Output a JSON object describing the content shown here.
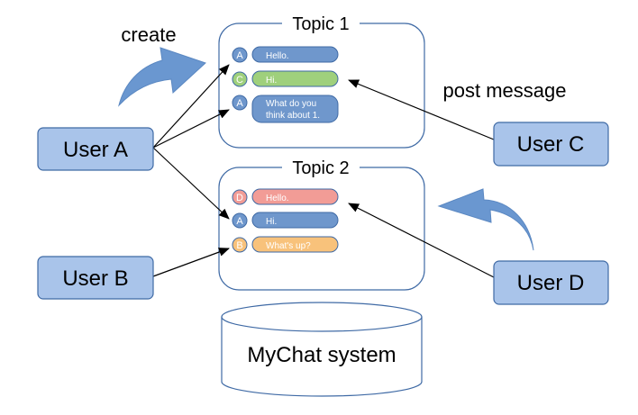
{
  "labels": {
    "create": "create",
    "post_message": "post message"
  },
  "users": {
    "a": "User A",
    "b": "User B",
    "c": "User C",
    "d": "User D"
  },
  "topics": [
    {
      "title": "Topic 1",
      "messages": [
        {
          "avatar": "A",
          "text_lines": [
            "Hello."
          ],
          "color": "#6f97cc"
        },
        {
          "avatar": "C",
          "text_lines": [
            "Hi."
          ],
          "color": "#9fd07c"
        },
        {
          "avatar": "A",
          "text_lines": [
            "What do you",
            "think about 1."
          ],
          "color": "#6f97cc"
        }
      ]
    },
    {
      "title": "Topic 2",
      "messages": [
        {
          "avatar": "D",
          "text_lines": [
            "Hello."
          ],
          "color": "#f29c96"
        },
        {
          "avatar": "A",
          "text_lines": [
            "Hi."
          ],
          "color": "#6f97cc"
        },
        {
          "avatar": "B",
          "text_lines": [
            "What's up?"
          ],
          "color": "#f8c27b"
        }
      ]
    }
  ],
  "system": {
    "label": "MyChat system"
  },
  "colors": {
    "user_box_fill": "#a9c4ea",
    "user_box_stroke": "#3f6aa5",
    "topic_border": "#3f6aa5",
    "curved_arrow": "#6a97d0"
  }
}
